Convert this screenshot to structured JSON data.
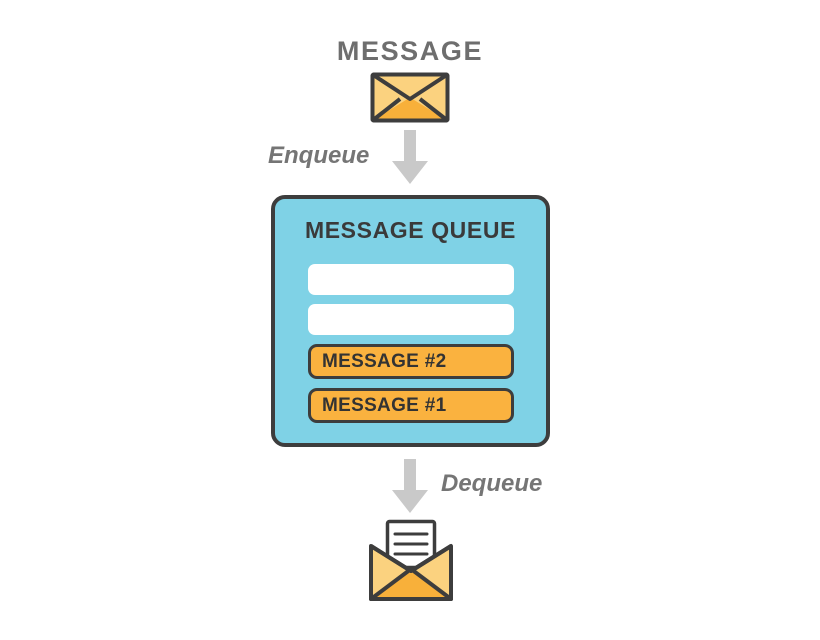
{
  "diagram": {
    "title": "MESSAGE",
    "background_color": "#ffffff"
  },
  "top_message": {
    "label": "MESSAGE",
    "icon": "closed-envelope-icon",
    "envelope_light_color": "#fbd27f",
    "envelope_dark_color": "#f8b03a",
    "outline_color": "#3d3d3d"
  },
  "enqueue": {
    "label": "Enqueue",
    "arrow_icon": "down-arrow-icon",
    "arrow_color": "#c9c9c9",
    "label_color": "#757575",
    "label_position": "left-of-arrow"
  },
  "queue": {
    "title": "MESSAGE QUEUE",
    "box_color": "#7fd2e6",
    "border_color": "#3d3d3d",
    "title_color": "#3a3a3a",
    "slots": [
      {
        "label": "",
        "state": "empty",
        "fill": "#ffffff"
      },
      {
        "label": "",
        "state": "empty",
        "fill": "#ffffff"
      },
      {
        "label": "MESSAGE #2",
        "state": "filled",
        "fill": "#fab23f"
      },
      {
        "label": "MESSAGE #1",
        "state": "filled",
        "fill": "#fab23f"
      }
    ]
  },
  "dequeue": {
    "label": "Dequeue",
    "arrow_icon": "down-arrow-icon",
    "arrow_color": "#c9c9c9",
    "label_color": "#757575",
    "label_position": "right-of-arrow"
  },
  "bottom_message": {
    "icon": "open-envelope-with-letter-icon",
    "envelope_light_color": "#fbd27f",
    "envelope_dark_color": "#f8b03a",
    "letter_color": "#ffffff",
    "outline_color": "#3d3d3d",
    "letter_lines": 3
  }
}
